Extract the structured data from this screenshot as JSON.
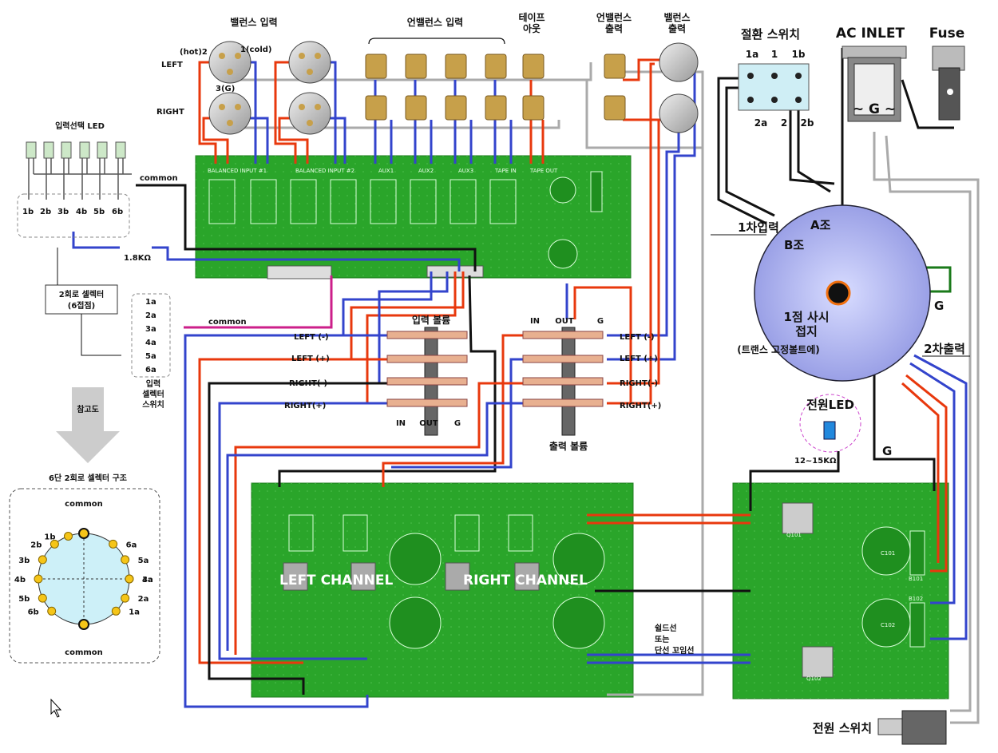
{
  "labels": {
    "balanced_input": "밸런스 입력",
    "unbalanced_input": "언밸런스 입력",
    "tape_out": "테이프\n아웃",
    "unbalanced_output": "언밸런스\n출력",
    "balanced_output": "밸런스\n출력",
    "selector_switch": "절환 스위치",
    "ac_inlet": "AC INLET",
    "fuse": "Fuse",
    "hot2": "(hot)2",
    "cold1": "1(cold)",
    "left": "LEFT",
    "right": "RIGHT",
    "ground3": "3(G)",
    "input_led": "입력선택 LED",
    "common": "common",
    "resistor_18k": "1.8KΩ",
    "rotary_2circuit": "2회로 셀렉터\n(6접점)",
    "input_selector_switch": "입력\n셀렉터\n스위치",
    "reference": "참고도",
    "six_step_title": "6단 2회로 셀렉터 구조",
    "input_volume": "입력 볼륨",
    "output_volume": "출력 볼륨",
    "left_minus": "LEFT (-)",
    "left_plus": "LEFT (+)",
    "right_minus": "RIGHT(-)",
    "right_plus": "RIGHT(+)",
    "in": "IN",
    "out": "OUT",
    "g": "G",
    "primary_input": "1차입력",
    "a_set": "A조",
    "b_set": "B조",
    "one_point_ground": "1점 사시\n접지",
    "trans_bolt": "(트랜스 고정볼트에)",
    "secondary_output": "2차출력",
    "power_led": "전원LED",
    "resistor_12_15k": "12~15KΩ",
    "power_switch": "전원 스위치",
    "shield_note": "쉴드선\n또는\n단선 꼬임선",
    "left_channel": "LEFT CHANNEL",
    "right_channel": "RIGHT CHANNEL",
    "switch_1a": "1a",
    "switch_1": "1",
    "switch_1b": "1b",
    "switch_2a": "2a",
    "switch_2": "2",
    "switch_2b": "2b",
    "b101": "B101",
    "b102": "B102",
    "q101": "Q101",
    "q102": "Q102",
    "c101": "C101",
    "c102": "C102"
  },
  "led_pins": [
    "1b",
    "2b",
    "3b",
    "4b",
    "5b",
    "6b"
  ],
  "selector_contacts": [
    "1a",
    "2a",
    "3a",
    "4a",
    "5a",
    "6a"
  ],
  "ring": {
    "left": [
      "1b",
      "2b",
      "3b",
      "4b",
      "5b",
      "6b"
    ],
    "right": [
      "6a",
      "5a",
      "4a",
      "3a",
      "2a",
      "1a"
    ]
  },
  "pcb_top_labels": [
    "BALANCED INPUT #1",
    "BALANCED INPUT #2",
    "AUX1",
    "AUX2",
    "AUX3",
    "TAPE IN",
    "TAPE OUT"
  ],
  "colors": {
    "pcb": "#2aa52a",
    "wire_red": "#e8380d",
    "wire_blue": "#3344cc",
    "wire_black": "#111111",
    "wire_grey": "#aaaaaa",
    "wire_green": "#1a7a1a",
    "wire_magenta": "#cc1f8a",
    "jack_gold": "#c7a04a",
    "transformer": "#aab0ee"
  }
}
